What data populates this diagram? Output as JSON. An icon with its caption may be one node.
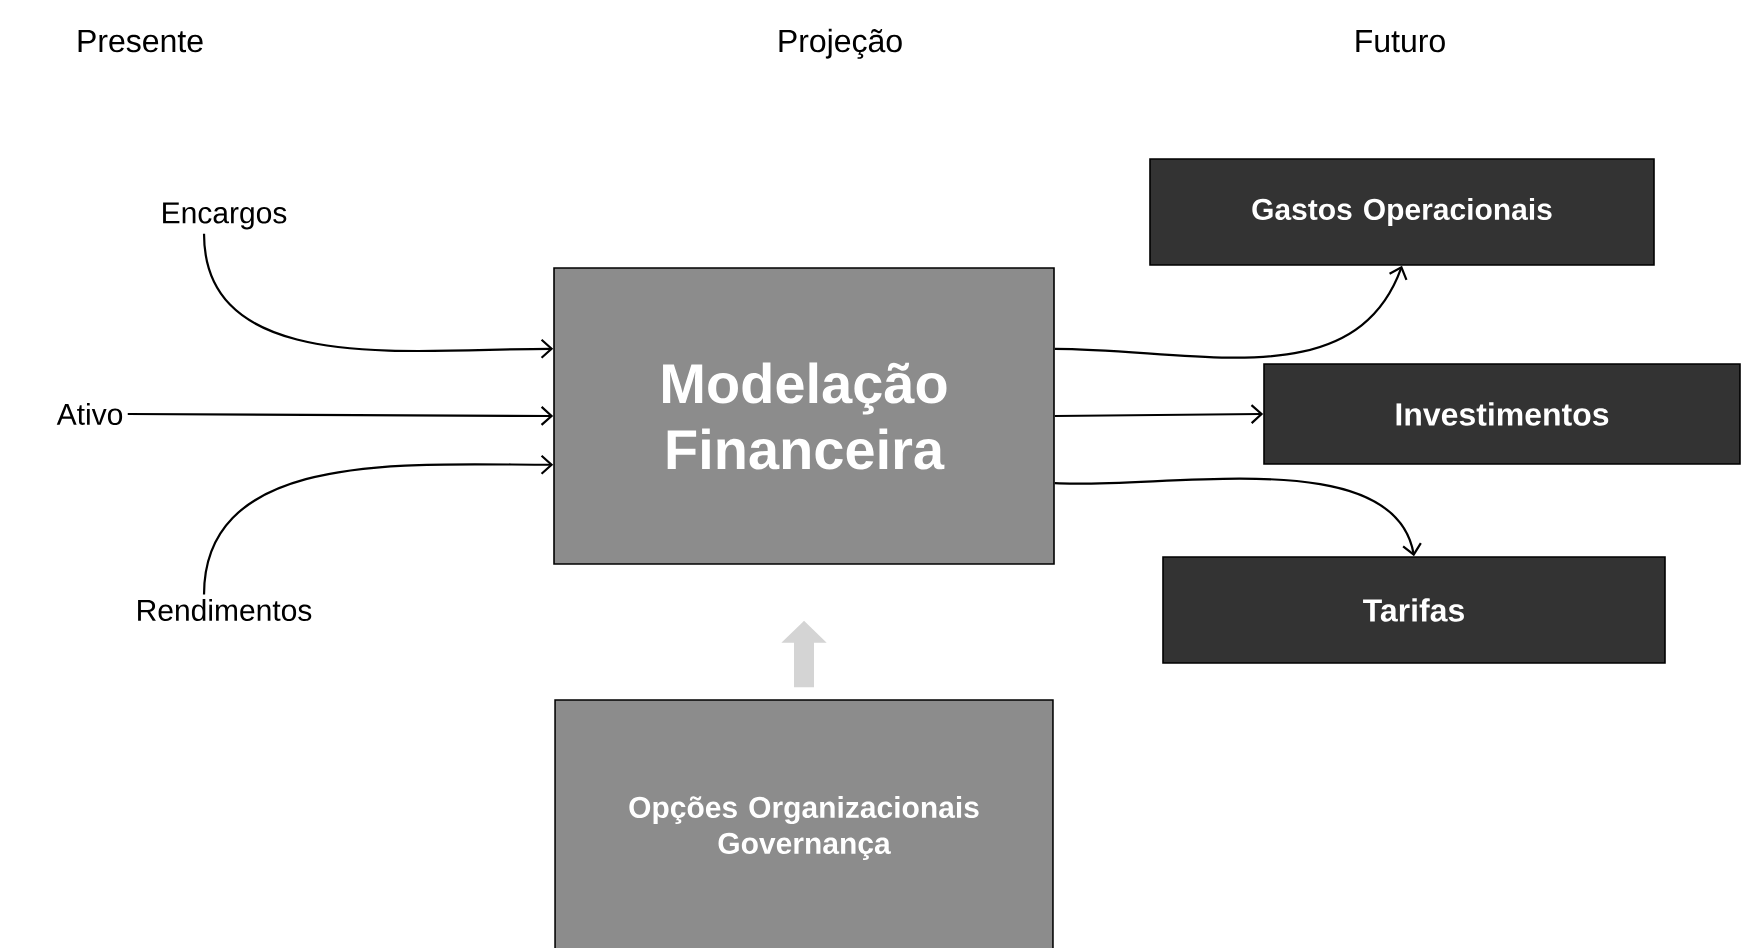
{
  "diagram": {
    "nodes": [
      {
        "text": [
          "Encargos"
        ]
      },
      {
        "text": [
          "Ativo"
        ]
      },
      {
        "text": [
          "Rendimentos"
        ]
      },
      {
        "text": [
          "Modelação Financeira"
        ]
      },
      {
        "text": [
          "Gastos Operacionais"
        ]
      },
      {
        "text": [
          "Investimentos"
        ]
      },
      {
        "text": [
          "Tarifas"
        ]
      },
      {
        "text": [
          "Opções Organizacionais Governança"
        ]
      }
    ],
    "edges": [
      {
        "from": 0,
        "to": 3,
        "arrow": "to"
      },
      {
        "from": 1,
        "to": 3,
        "arrow": "to"
      },
      {
        "from": 2,
        "to": 3,
        "arrow": "to"
      },
      {
        "from": 3,
        "to": 4,
        "arrow": "to"
      },
      {
        "from": 3,
        "to": 5,
        "arrow": "to"
      },
      {
        "from": 3,
        "to": 6,
        "arrow": "to"
      },
      {
        "from": 7,
        "to": 3,
        "arrow": "to",
        "style": "thick",
        "color": "#d4d4d4"
      }
    ],
    "labels": [
      "Presente",
      "Projeção",
      "Futuro"
    ]
  }
}
